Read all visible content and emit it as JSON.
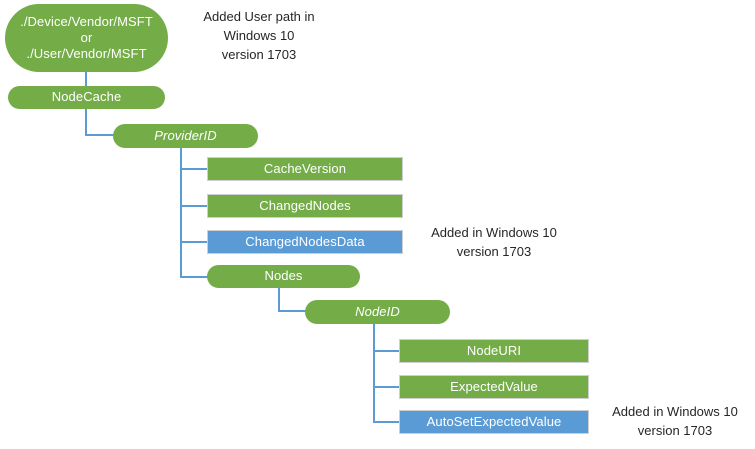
{
  "diagram": {
    "title": "NodeCache CSP node tree",
    "colors": {
      "green": "#74AD48",
      "blue": "#5B9BD5",
      "connector": "#5B9BD5",
      "node_text": "#FFFFFF",
      "annotation_text": "#262626",
      "background": "#FFFFFF"
    },
    "nodes": [
      {
        "id": "root",
        "label": "./Device/Vendor/MSFT\nor\n./User/Vendor/MSFT",
        "shape": "pill",
        "color": "green",
        "italic": false
      },
      {
        "id": "nodecache",
        "label": "NodeCache",
        "shape": "pill",
        "color": "green",
        "italic": false
      },
      {
        "id": "providerid",
        "label": "ProviderID",
        "shape": "pill",
        "color": "green",
        "italic": true
      },
      {
        "id": "cacheversion",
        "label": "CacheVersion",
        "shape": "rect",
        "color": "green",
        "italic": false
      },
      {
        "id": "changednodes",
        "label": "ChangedNodes",
        "shape": "rect",
        "color": "green",
        "italic": false
      },
      {
        "id": "changednodesdata",
        "label": "ChangedNodesData",
        "shape": "rect",
        "color": "blue",
        "italic": false
      },
      {
        "id": "nodes",
        "label": "Nodes",
        "shape": "pill",
        "color": "green",
        "italic": false
      },
      {
        "id": "nodeid",
        "label": "NodeID",
        "shape": "pill",
        "color": "green",
        "italic": true
      },
      {
        "id": "nodeuri",
        "label": "NodeURI",
        "shape": "rect",
        "color": "green",
        "italic": false
      },
      {
        "id": "expectedvalue",
        "label": "ExpectedValue",
        "shape": "rect",
        "color": "green",
        "italic": false
      },
      {
        "id": "autosetexpectedvalue",
        "label": "AutoSetExpectedValue",
        "shape": "rect",
        "color": "blue",
        "italic": false
      }
    ],
    "annotations": [
      {
        "id": "annot-root",
        "text": "Added User path in\nWindows 10\nversion 1703"
      },
      {
        "id": "annot-changed",
        "text": "Added in Windows 10\nversion 1703"
      },
      {
        "id": "annot-autoset",
        "text": "Added in Windows 10\nversion 1703"
      }
    ]
  }
}
